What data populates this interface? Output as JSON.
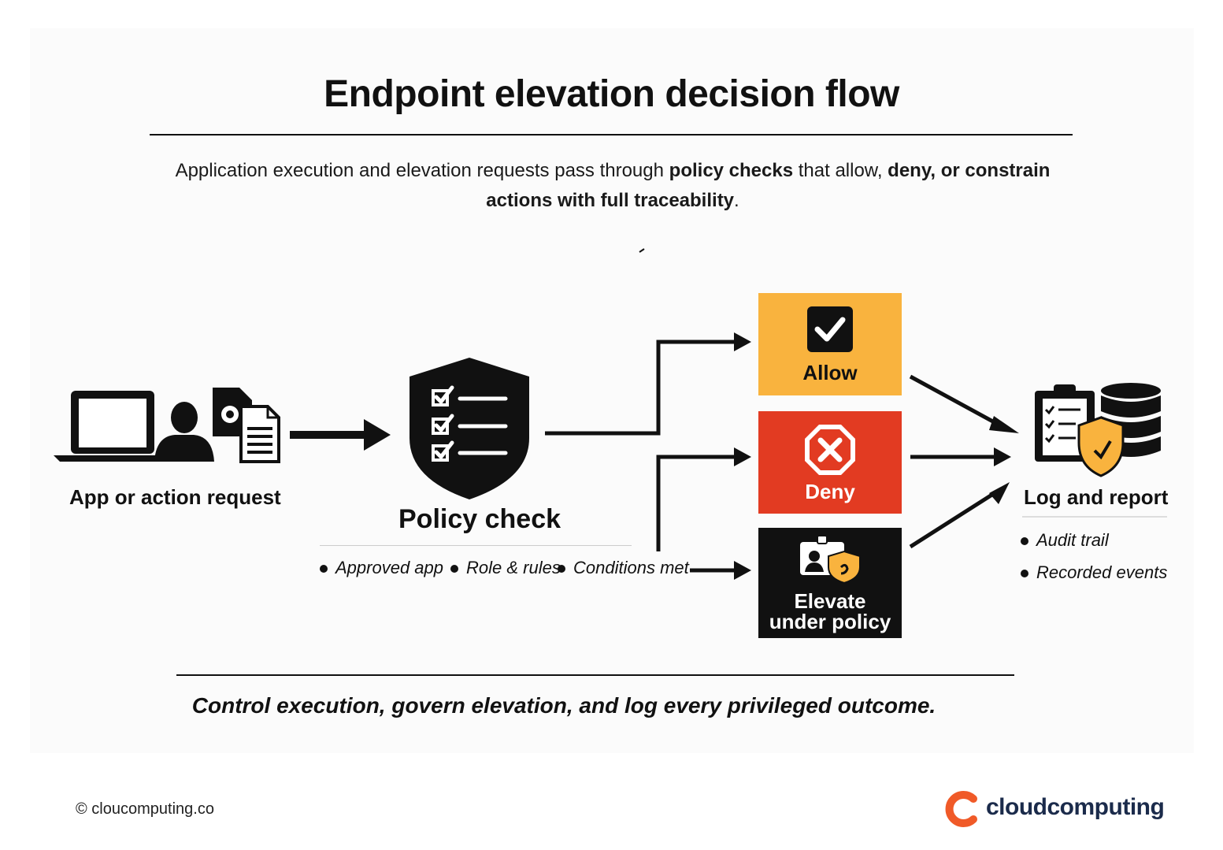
{
  "title": "Endpoint elevation decision flow",
  "subtitle": {
    "part1": "Application execution and elevation requests pass through ",
    "bold1": "policy checks",
    "part2": " that allow, ",
    "bold2": "deny, or constrain actions with full traceability",
    "part3": "."
  },
  "nodes": {
    "request": {
      "label": "App or action request"
    },
    "policy": {
      "label": "Policy check",
      "criteria": [
        "Approved app",
        "Role & rules",
        "Conditions met"
      ]
    },
    "log": {
      "label": "Log and report",
      "items": [
        "Audit trail",
        "Recorded events"
      ]
    }
  },
  "decisions": {
    "allow": {
      "label": "Allow",
      "color": "#f9b33e"
    },
    "deny": {
      "label": "Deny",
      "color": "#e23b22"
    },
    "elevate": {
      "label": "Elevate under policy",
      "color": "#111111"
    }
  },
  "tagline": "Control execution, govern elevation, and log every privileged outcome.",
  "footer": {
    "copyright": "© cloucomputing.co",
    "brand": "cloudcomputing"
  },
  "colors": {
    "accent": "#f9b33e",
    "danger": "#e23b22",
    "dark": "#111111",
    "brand_orange": "#f05a28"
  },
  "icons": [
    "laptop-icon",
    "user-icon",
    "settings-document-icon",
    "shield-checklist-icon",
    "checkmark-icon",
    "stop-x-icon",
    "id-badge-shield-icon",
    "clipboard-database-icon"
  ]
}
